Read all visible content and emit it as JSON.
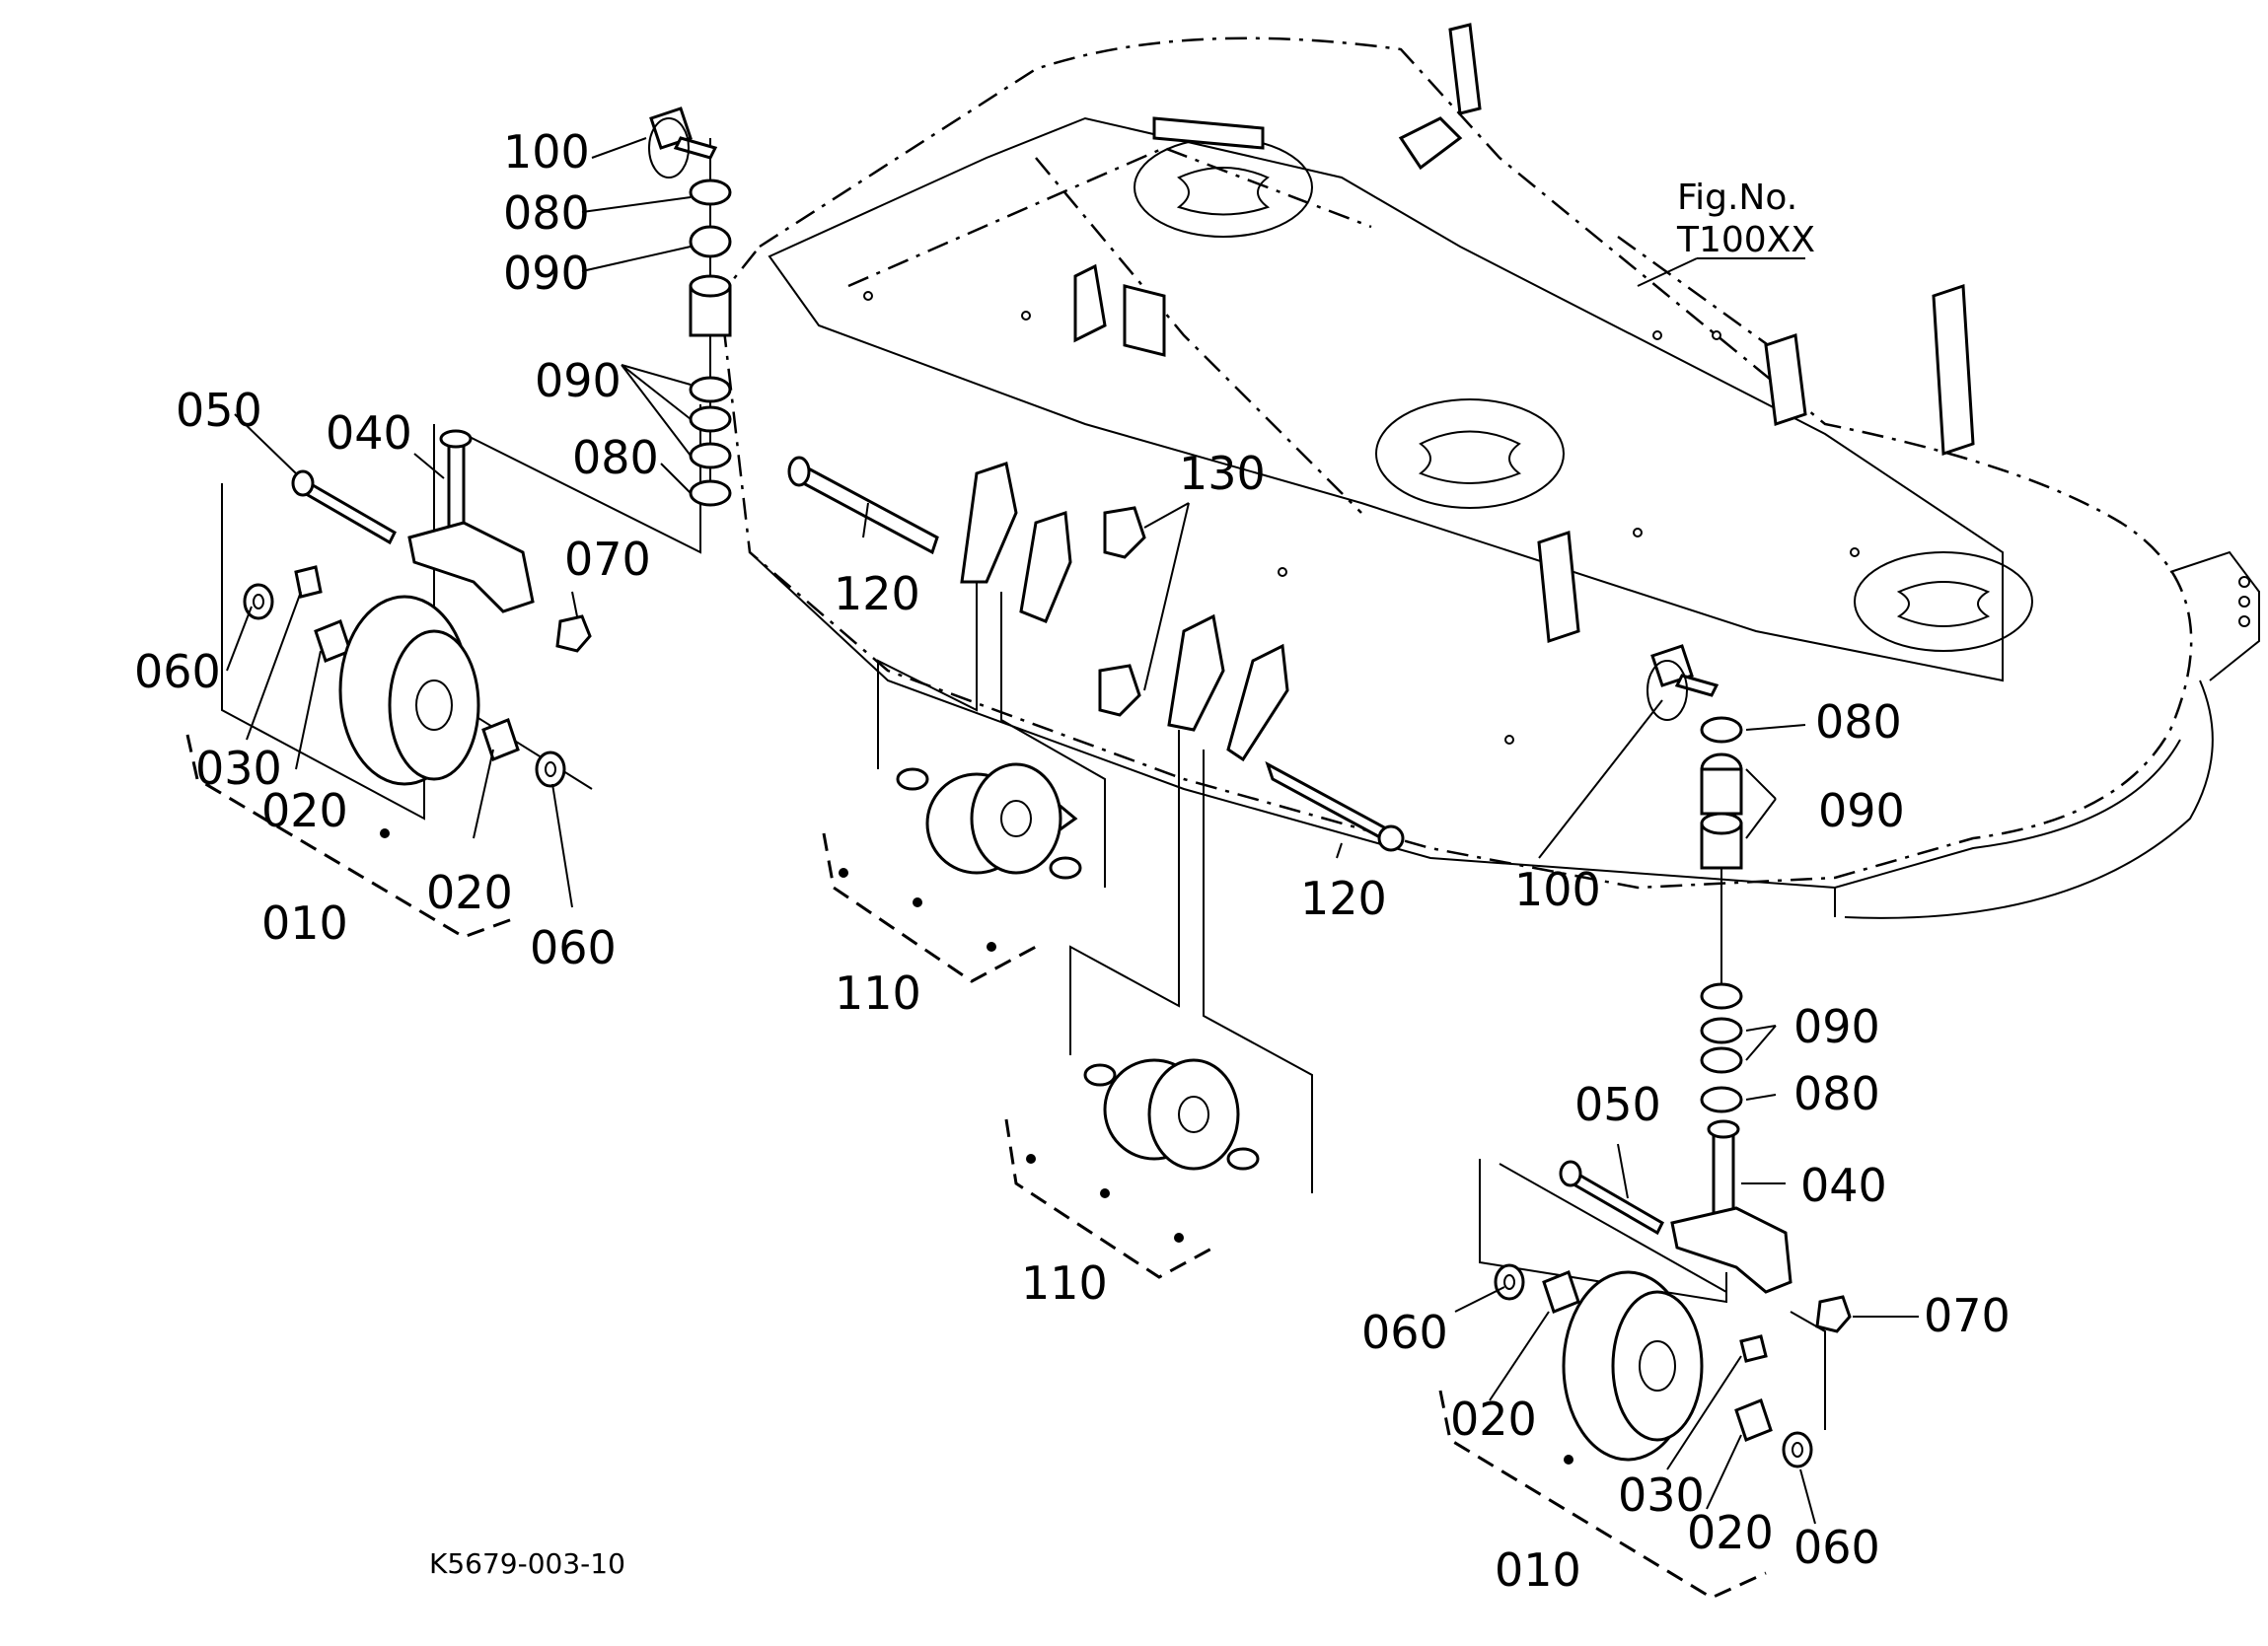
{
  "figure": {
    "fig_no_label": "Fig.No.",
    "fig_no_value": "T100XX",
    "drawing_code": "K5679-003-10"
  },
  "callouts": {
    "left_100": "100",
    "left_080_top": "080",
    "left_090_top": "090",
    "left_090_mid": "090",
    "left_080_mid": "080",
    "left_050": "050",
    "left_040": "040",
    "left_070": "070",
    "left_060_a": "060",
    "left_030": "030",
    "left_020_a": "020",
    "left_020_b": "020",
    "left_010": "010",
    "left_060_b": "060",
    "mid_120_a": "120",
    "mid_130": "130",
    "mid_120_b": "120",
    "mid_110_a": "110",
    "mid_110_b": "110",
    "right_100": "100",
    "right_080_top": "080",
    "right_090_top": "090",
    "right_090_mid": "090",
    "right_080_mid": "080",
    "right_050": "050",
    "right_040": "040",
    "right_070": "070",
    "right_060_a": "060",
    "right_020_a": "020",
    "right_030": "030",
    "right_020_b": "020",
    "right_060_b": "060",
    "right_010": "010"
  }
}
